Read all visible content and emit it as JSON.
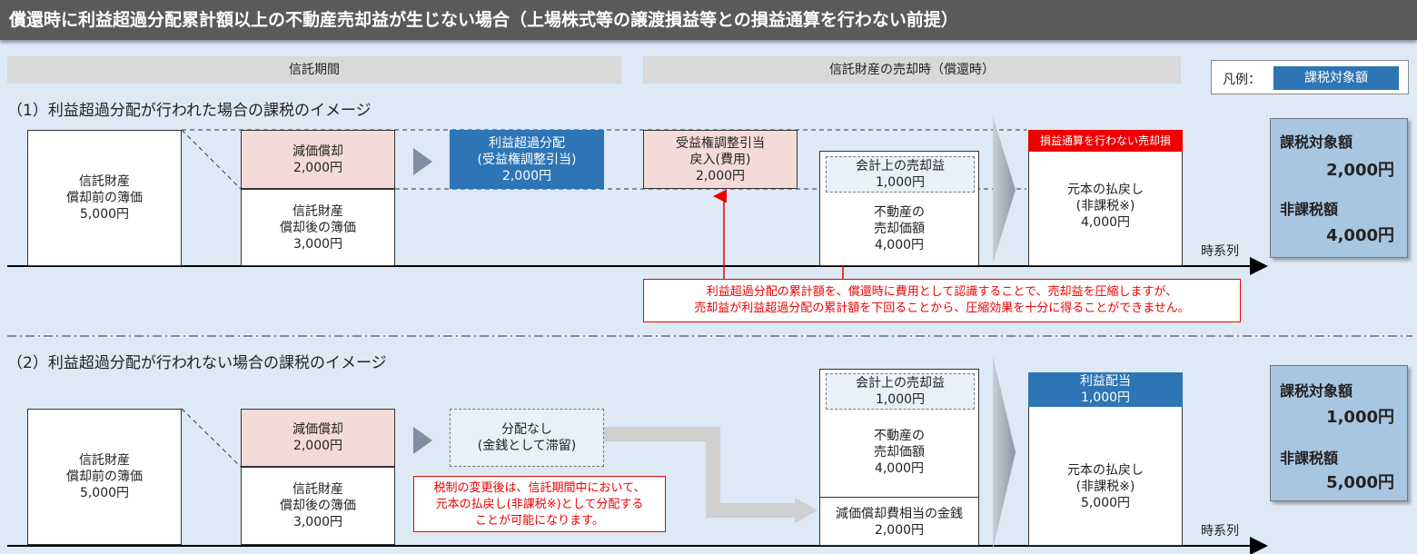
{
  "title": "償還時に利益超過分配累計額以上の不動産売却益が生じない場合（上場株式等の譲渡損益等との損益通算を行わない前提）",
  "periods": {
    "trust_period": "信託期間",
    "sale_time": "信託財産の売却時（償還時）"
  },
  "legend": {
    "label": "凡例：",
    "item": "課税対象額"
  },
  "time_axis": "時系列",
  "section1": {
    "heading": "（1）利益超過分配が行われた場合の課税のイメージ",
    "original_book": [
      "信託財産",
      "償却前の簿価",
      "5,000円"
    ],
    "depreciation": [
      "減価償却",
      "2,000円"
    ],
    "after_book": [
      "信託財産",
      "償却後の簿価",
      "3,000円"
    ],
    "excess_dist": [
      "利益超過分配",
      "(受益権調整引当)",
      "2,000円"
    ],
    "reversal": [
      "受益権調整引当",
      "戻入(費用)",
      "2,000円"
    ],
    "accounting_gain": [
      "会計上の売却益",
      "1,000円"
    ],
    "sale_price": [
      "不動産の",
      "売却価額",
      "4,000円"
    ],
    "loss_header": "損益通算を行わない売却損",
    "principal_return": [
      "元本の払戻し",
      "(非課税※)",
      "4,000円"
    ],
    "note": [
      "利益超過分配の累計額を、償還時に費用として認識することで、売却益を圧縮しますが、",
      "売却益が利益超過分配の累計額を下回ることから、圧縮効果を十分に得ることができません。"
    ],
    "taxable_label": "課税対象額",
    "taxable_value": "2,000円",
    "nontax_label": "非課税額",
    "nontax_value": "4,000円"
  },
  "section2": {
    "heading": "（2）利益超過分配が行われない場合の課税のイメージ",
    "original_book": [
      "信託財産",
      "償却前の簿価",
      "5,000円"
    ],
    "depreciation": [
      "減価償却",
      "2,000円"
    ],
    "after_book": [
      "信託財産",
      "償却後の簿価",
      "3,000円"
    ],
    "no_dist": [
      "分配なし",
      "(金銭として滞留)"
    ],
    "accounting_gain": [
      "会計上の売却益",
      "1,000円"
    ],
    "sale_price": [
      "不動産の",
      "売却価額",
      "4,000円"
    ],
    "depr_cash": [
      "減価償却費相当の金銭",
      "2,000円"
    ],
    "profit_dist": [
      "利益配当",
      "1,000円"
    ],
    "principal_return": [
      "元本の払戻し",
      "(非課税※)",
      "5,000円"
    ],
    "note": [
      "税制の変更後は、信託期間中において、",
      "元本の払戻し(非課税※)として分配する",
      "ことが可能になります。"
    ],
    "taxable_label": "課税対象額",
    "taxable_value": "1,000円",
    "nontax_label": "非課税額",
    "nontax_value": "5,000円"
  },
  "colors": {
    "title_bg": "#5a5a5a",
    "background": "#dde9f5",
    "pink": "#f5dada",
    "blue": "#2e75b6",
    "taxable_box": "#a9c6e0",
    "red": "#ee0000"
  }
}
